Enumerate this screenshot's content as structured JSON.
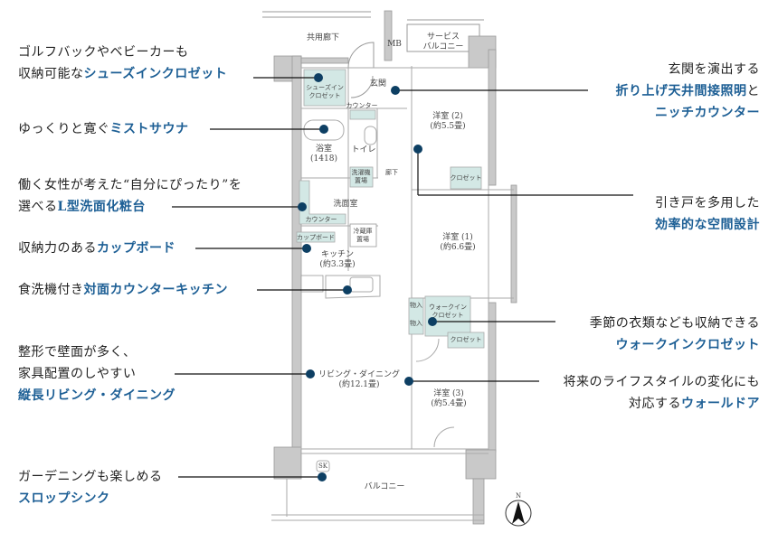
{
  "annotations_left": [
    {
      "lines": [
        {
          "plain": "ゴルフバックやベビーカーも",
          "hl": ""
        },
        {
          "plain": "収納可能な",
          "hl": "シューズインクロゼット"
        }
      ]
    },
    {
      "lines": [
        {
          "plain": "ゆっくりと寛ぐ",
          "hl": "ミストサウナ"
        }
      ]
    },
    {
      "lines": [
        {
          "plain": "働く女性が考えた“自分にぴったり”を",
          "hl": ""
        },
        {
          "plain": "選べる",
          "hl": "L型洗面化粧台"
        }
      ]
    },
    {
      "lines": [
        {
          "plain": "収納力のある",
          "hl": "カップボード"
        }
      ]
    },
    {
      "lines": [
        {
          "plain": "食洗機付き",
          "hl": "対面カウンターキッチン"
        }
      ]
    },
    {
      "lines": [
        {
          "plain": "整形で壁面が多く、",
          "hl": ""
        },
        {
          "plain": "家具配置のしやすい",
          "hl": ""
        },
        {
          "plain": "",
          "hl": "縦長リビング・ダイニング"
        }
      ]
    },
    {
      "lines": [
        {
          "plain": "ガーデニングも楽しめる",
          "hl": ""
        },
        {
          "plain": "",
          "hl": "スロップシンク"
        }
      ]
    }
  ],
  "annotations_right": [
    {
      "lines": [
        {
          "plain": "玄関を演出する",
          "hl": "",
          "tail": ""
        },
        {
          "plain": "",
          "hl": "折り上げ天井間接照明",
          "tail": "と"
        },
        {
          "plain": "",
          "hl": "ニッチカウンター",
          "tail": ""
        }
      ]
    },
    {
      "lines": [
        {
          "plain": "引き戸を多用した",
          "hl": "",
          "tail": ""
        },
        {
          "plain": "",
          "hl": "効率的な空間設計",
          "tail": ""
        }
      ]
    },
    {
      "lines": [
        {
          "plain": "季節の衣類なども収納できる",
          "hl": "",
          "tail": ""
        },
        {
          "plain": "",
          "hl": "ウォークインクロゼット",
          "tail": ""
        }
      ]
    },
    {
      "lines": [
        {
          "plain": "将来のライフスタイルの変化にも",
          "hl": "",
          "tail": ""
        },
        {
          "plain": "対応する",
          "hl": "ウォールドア",
          "tail": ""
        }
      ]
    }
  ],
  "plan": {
    "common_corridor": "共用廊下",
    "mb": "MB",
    "service_balcony_1": "サービス",
    "service_balcony_2": "バルコニー",
    "entrance": "玄関",
    "shoes_closet_1": "シューズイン",
    "shoes_closet_2": "クロゼット",
    "counter_entry": "カウンター",
    "bath": "浴室",
    "bath_size": "(1418)",
    "toilet": "トイレ",
    "laundry_1": "洗濯機",
    "laundry_2": "置場",
    "hallway": "廊下",
    "room2": "洋室 (2)",
    "room2_size": "(約5.5畳)",
    "closet2": "クロゼット",
    "washroom": "洗面室",
    "counter_wash": "カウンター",
    "cupboard": "カップボード",
    "fridge_1": "冷蔵庫",
    "fridge_2": "置場",
    "kitchen": "キッチン",
    "kitchen_size": "(約3.3畳)",
    "room1": "洋室 (1)",
    "room1_size": "(約6.6畳)",
    "storage_a": "物入",
    "storage_b": "物入",
    "wic_1": "ウォークイン",
    "wic_2": "クロゼット",
    "closet_wic": "クロゼット",
    "living": "リビング・ダイニング",
    "living_size": "(約12.1畳)",
    "room3": "洋室 (3)",
    "room3_size": "(約5.4畳)",
    "sk": "SK",
    "balcony": "バルコニー",
    "north": "N"
  },
  "colors": {
    "accent": "#1d5f95",
    "dot": "#0d3f63",
    "storage": "#d3e8e5",
    "wall": "#c9c9c9"
  }
}
